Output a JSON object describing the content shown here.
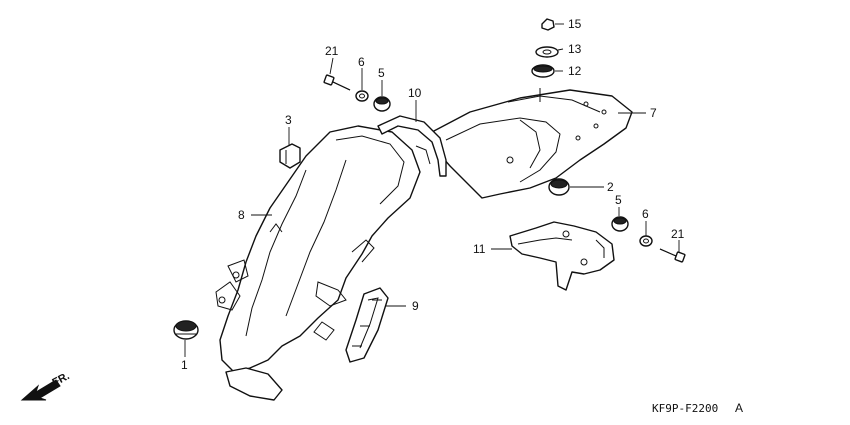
{
  "diagram": {
    "callouts": {
      "c1": "1",
      "c2": "2",
      "c3": "3",
      "c5a": "5",
      "c5b": "5",
      "c6a": "6",
      "c6b": "6",
      "c7": "7",
      "c8": "8",
      "c9": "9",
      "c10": "10",
      "c11": "11",
      "c12": "12",
      "c13": "13",
      "c15": "15",
      "c21a": "21",
      "c21b": "21"
    },
    "front_label": "FR.",
    "diagram_code": "KF9P-F2200",
    "diagram_suffix": "A"
  }
}
